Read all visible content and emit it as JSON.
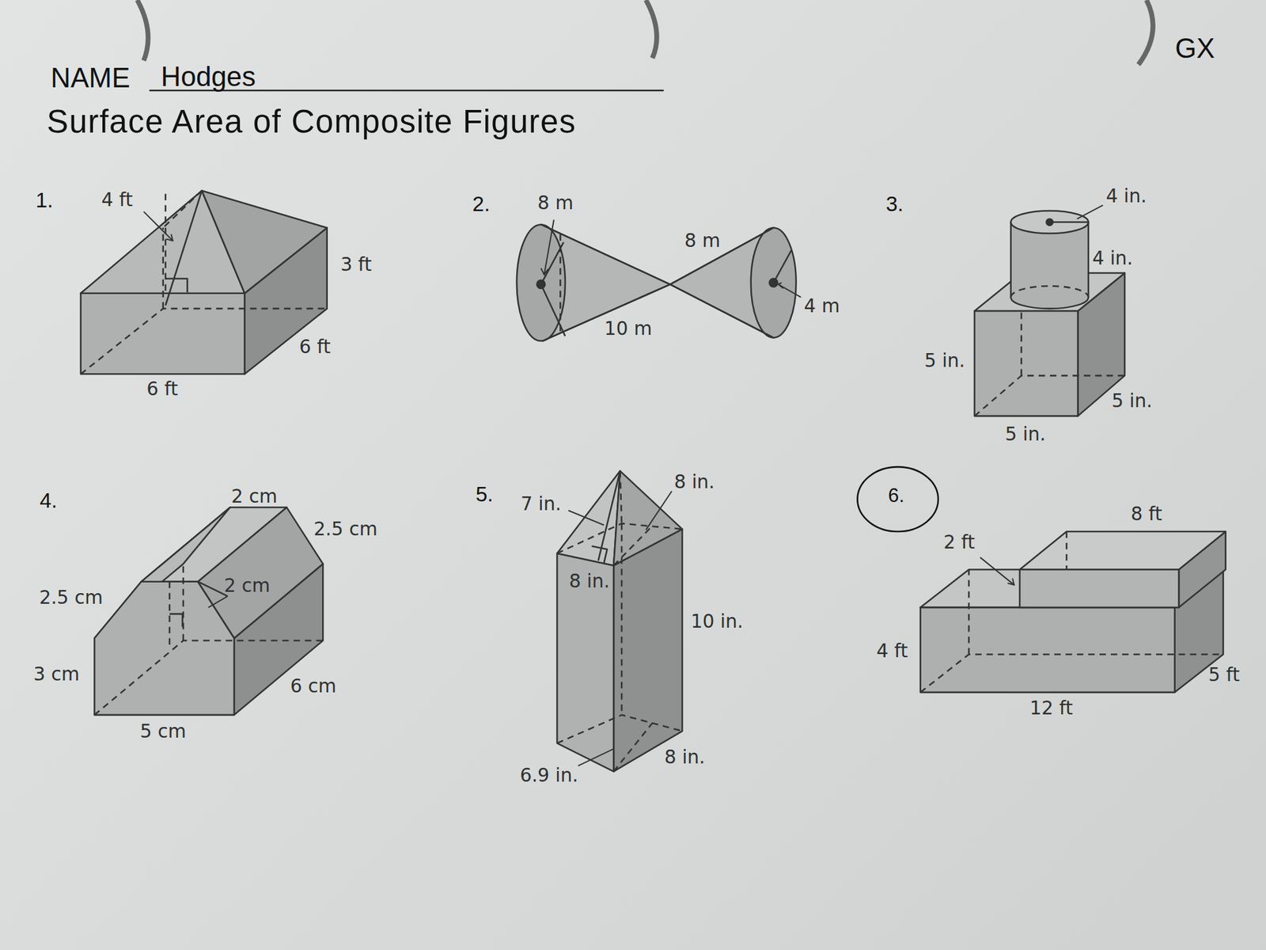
{
  "diagram": {
    "title": "Surface Area of Composite Figures",
    "labels": [
      "NAME",
      "Hodges",
      "GX",
      "1.",
      "4 ft",
      "3 ft",
      "6 ft",
      "6 ft",
      "2.",
      "8 m",
      "8 m",
      "10 m",
      "4 m",
      "3.",
      "4 in.",
      "4 in.",
      "5 in.",
      "5 in.",
      "5 in.",
      "4.",
      "2 cm",
      "2.5 cm",
      "2.5 cm",
      "2 cm",
      "3 cm",
      "6 cm",
      "5 cm",
      "5.",
      "7 in.",
      "8 in.",
      "8 in.",
      "10 in.",
      "6.9 in.",
      "8 in.",
      "6.",
      "2 ft",
      "8 ft",
      "4 ft",
      "5 ft",
      "12 ft"
    ]
  }
}
